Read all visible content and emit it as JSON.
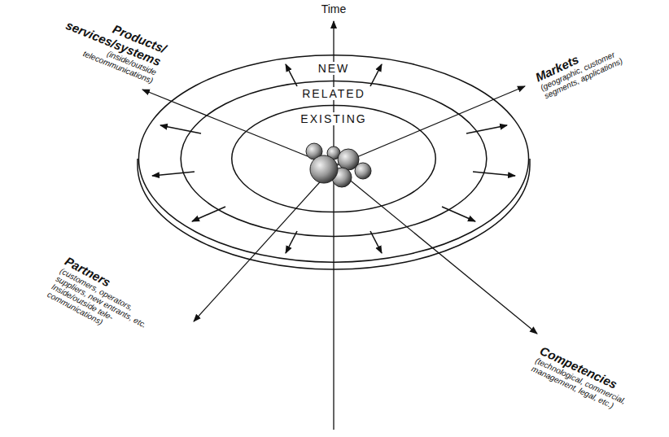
{
  "diagram": {
    "nodes": [
      {
        "text": [
          "NEW"
        ]
      },
      {
        "text": [
          "RELATED"
        ],
        "in": 0
      },
      {
        "text": [
          "EXISTING"
        ],
        "in": 1
      }
    ],
    "labels": [
      "Time",
      "Products/ services/systems",
      "(inside/outside telecommunications)",
      "Markets",
      "(geographic, customer segments, applications)",
      "Competencies",
      "(technological, commercial, management, legal, etc.)",
      "Partners",
      "(customers, operators, suppliers, new entrants, etc. Inside/outside tele- communications)"
    ]
  }
}
